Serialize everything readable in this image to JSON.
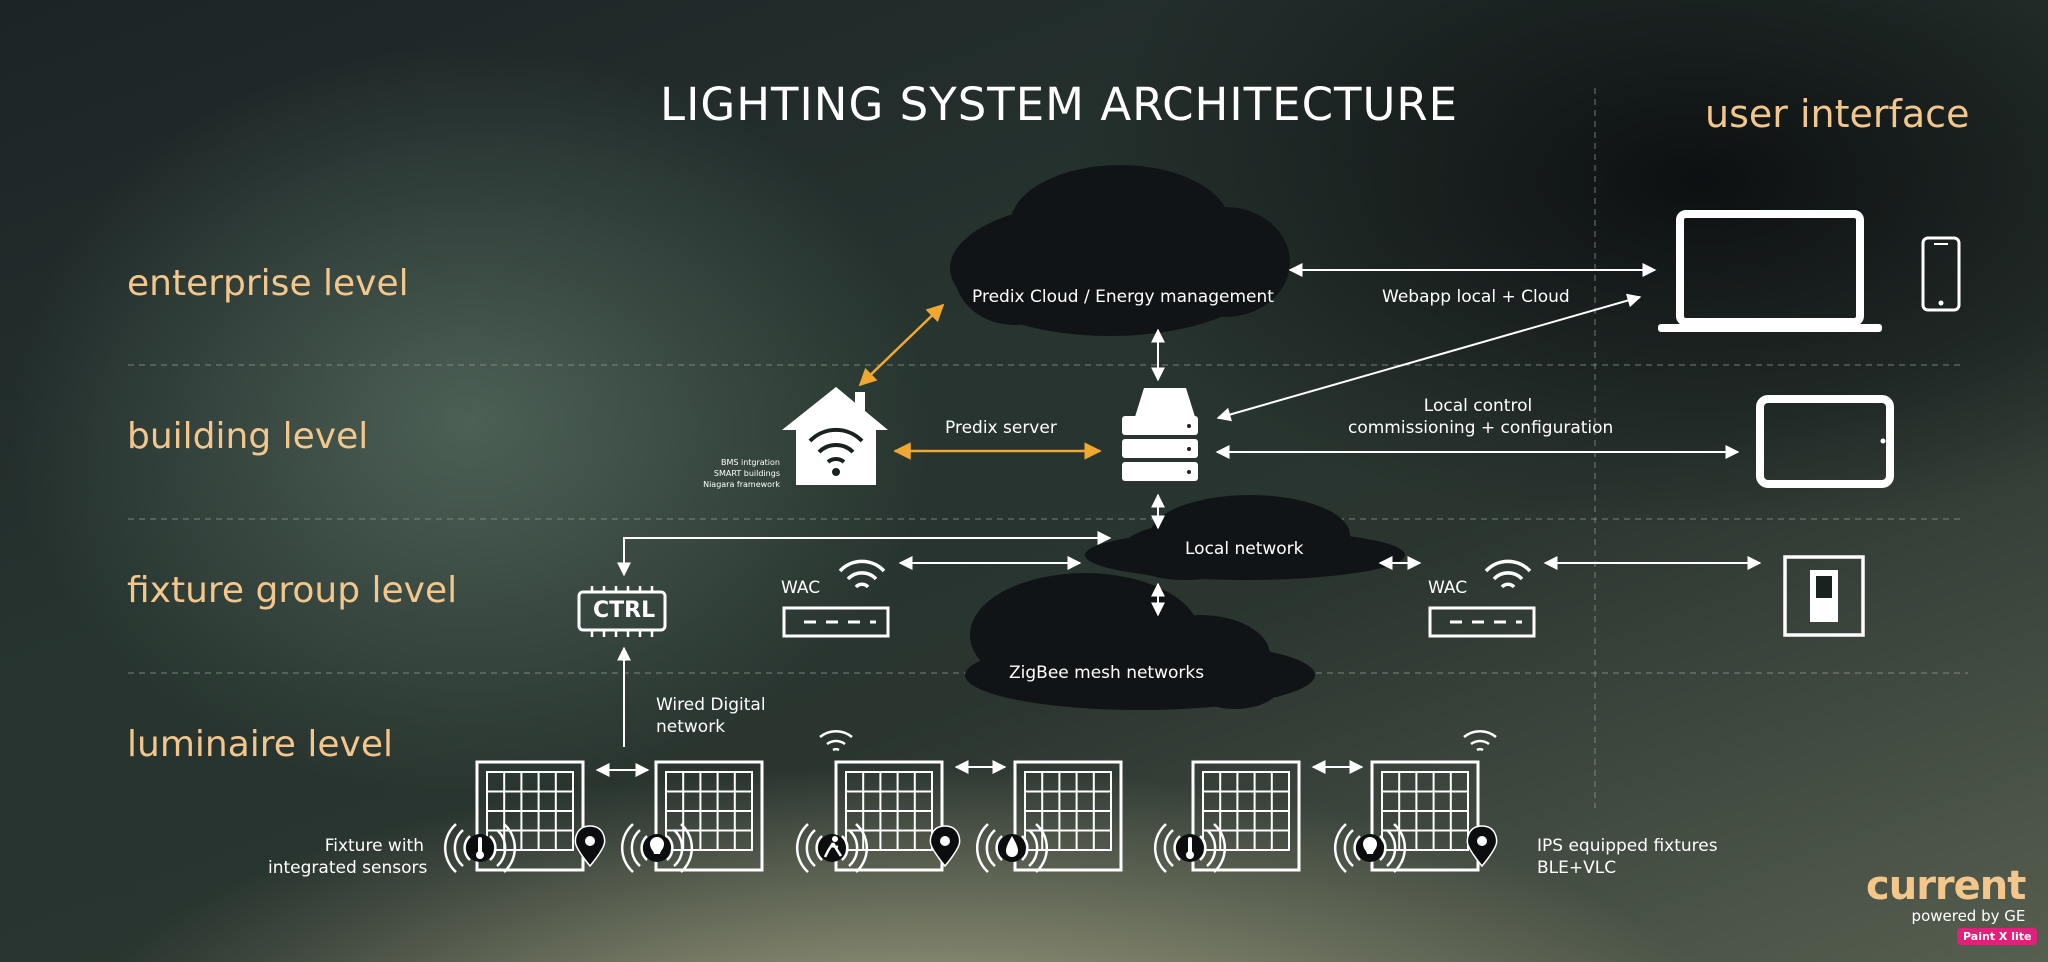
{
  "title": "LIGHTING SYSTEM ARCHITECTURE",
  "ui_title": "user interface",
  "levels": {
    "enterprise": "enterprise level",
    "building": "building level",
    "fixture_group": "fixture group level",
    "luminaire": "luminaire level"
  },
  "labels": {
    "cloud": "Predix Cloud / Energy management",
    "webapp": "Webapp local + Cloud",
    "predix_server": "Predix server",
    "local_control_1": "Local control",
    "local_control_2": "commissioning + configuration",
    "local_network": "Local network",
    "zigbee": "ZigBee mesh networks",
    "wac_left": "WAC",
    "wac_right": "WAC",
    "ctrl": "CTRL",
    "wired_1": "Wired Digital",
    "wired_2": "network",
    "fixture_sensors_1": "Fixture with",
    "fixture_sensors_2": "integrated sensors",
    "ips_1": "IPS equipped fixtures",
    "ips_2": "BLE+VLC",
    "bms_1": "BMS intgration",
    "bms_2": "SMART buildings",
    "bms_3": "Niagara framework"
  },
  "brand": {
    "name": "current",
    "sub": "powered by GE"
  },
  "badge": "Paint X lite",
  "colors": {
    "accent": "#f3c78c",
    "orange_link": "#f0a830",
    "line": "#ffffff",
    "cloud": "#111416"
  }
}
